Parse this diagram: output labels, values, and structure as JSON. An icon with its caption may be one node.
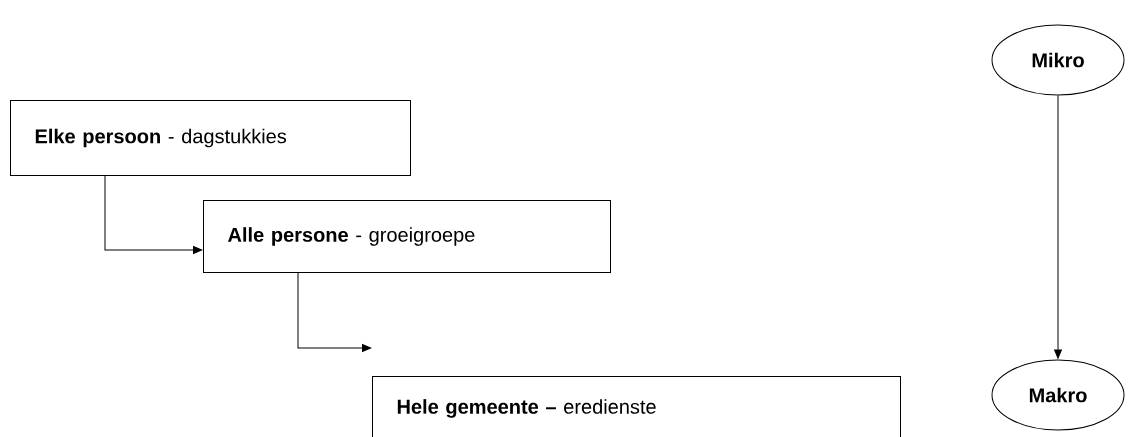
{
  "diagram": {
    "nodes": [
      {
        "text": [
          "**Elke persoon** - dagstukkies"
        ]
      },
      {
        "text": [
          "**Alle persone** - groeigroepe"
        ]
      },
      {
        "text": [
          "**Hele gemeente –** eredienste"
        ]
      },
      {
        "text": [
          "Mikro"
        ]
      },
      {
        "text": [
          "Makro"
        ]
      }
    ],
    "edges": [
      {
        "from": 0,
        "to": 1,
        "arrow": "to"
      },
      {
        "from": 1,
        "to": 2,
        "arrow": "to"
      },
      {
        "from": 3,
        "to": 4,
        "arrow": "to"
      }
    ]
  }
}
